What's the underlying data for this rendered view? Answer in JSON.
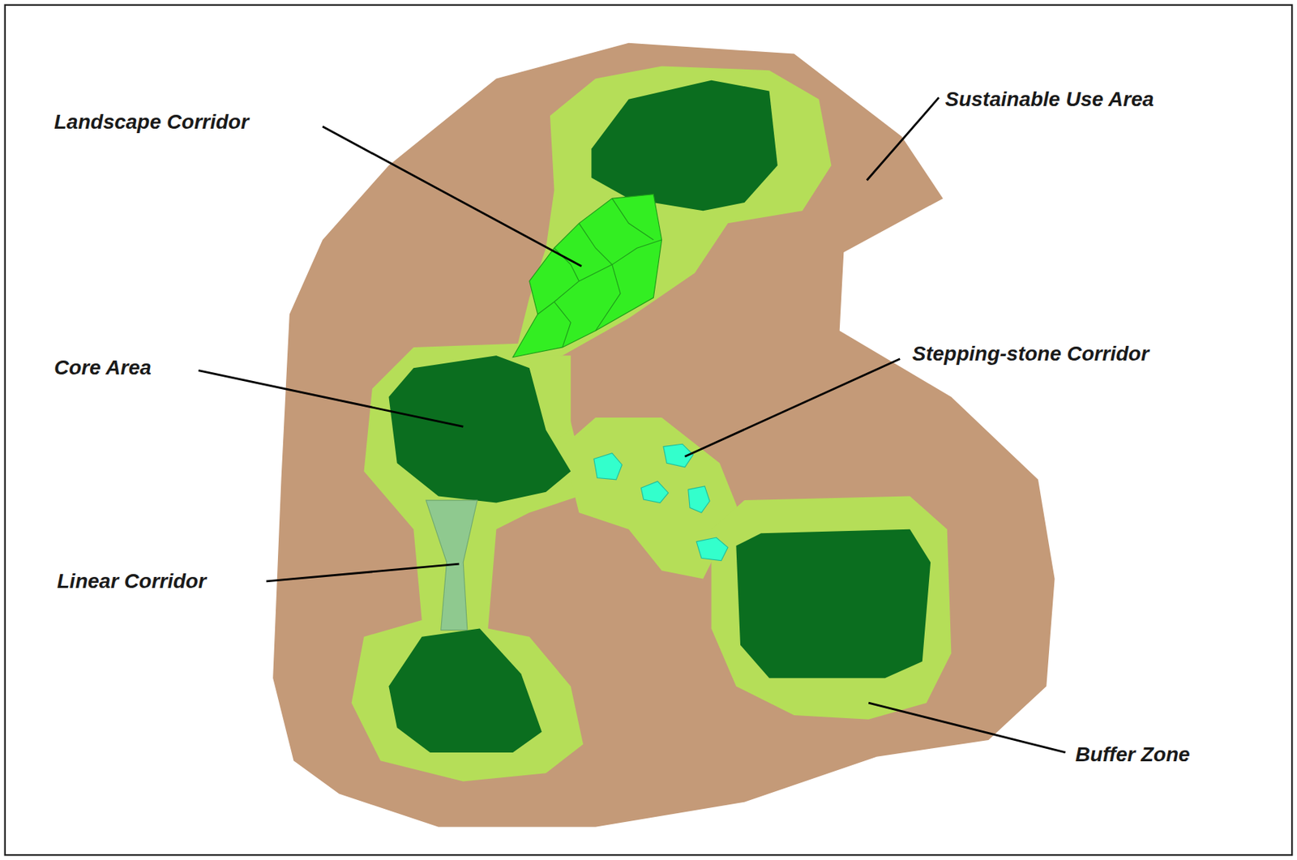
{
  "diagram": {
    "labels": [
      "Landscape Corridor",
      "Sustainable Use Area",
      "Core Area",
      "Stepping-stone Corridor",
      "Linear Corridor",
      "Buffer Zone"
    ]
  }
}
